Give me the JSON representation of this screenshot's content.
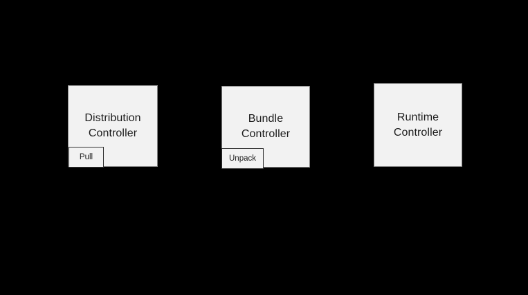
{
  "diagram": {
    "background_color": "#000000",
    "node_fill_color": "#f2f2f2",
    "node_border_color": "#808080",
    "tab_border_color": "#333333",
    "text_color": "#1a1a1a",
    "nodes": [
      {
        "id": "distribution-controller",
        "label": "Distribution\nController",
        "tab": {
          "id": "pull",
          "label": "Pull"
        }
      },
      {
        "id": "bundle-controller",
        "label": "Bundle\nController",
        "tab": {
          "id": "unpack",
          "label": "Unpack"
        }
      },
      {
        "id": "runtime-controller",
        "label": "Runtime\nController",
        "tab": null
      }
    ]
  }
}
